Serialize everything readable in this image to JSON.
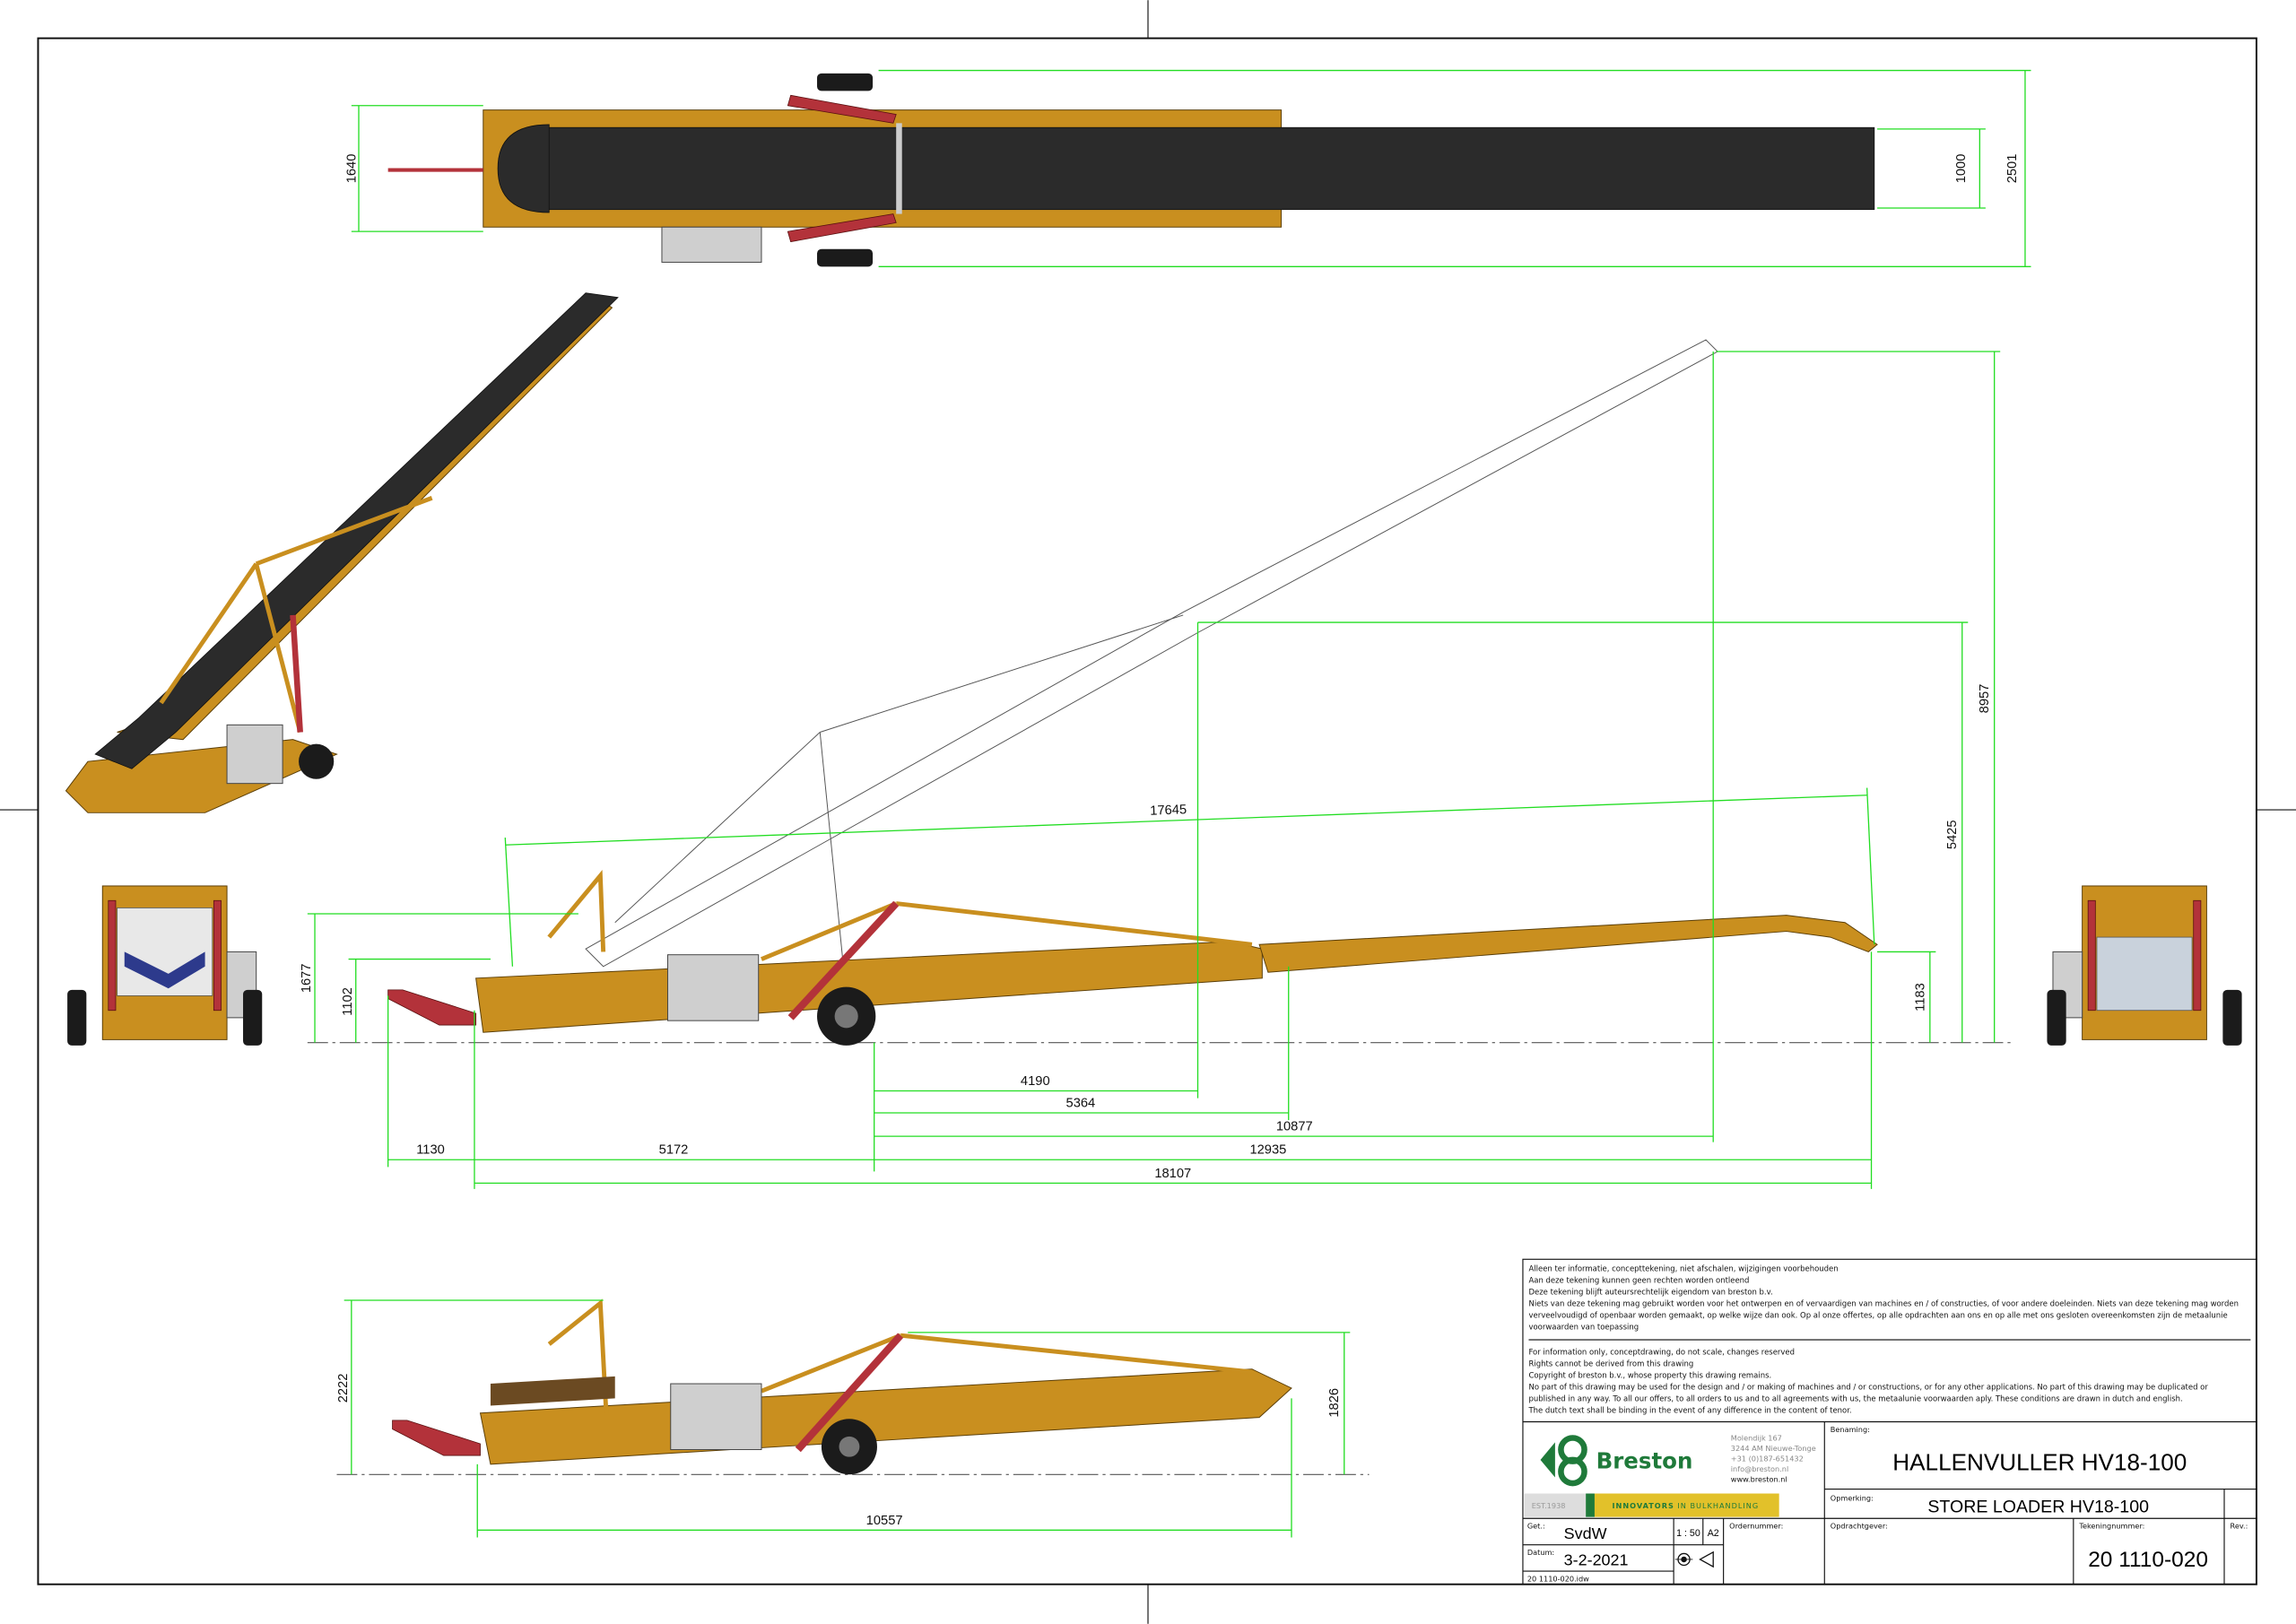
{
  "dimensions": {
    "top_view": {
      "width_overall": "1640",
      "belt_width": "1000",
      "track_width": "2501"
    },
    "side_view": {
      "h_hopper": "1677",
      "h_intake": "1102",
      "h_discharge_low": "1183",
      "h_mid": "5425",
      "h_discharge_high": "8957",
      "boom_length": "17645",
      "d_4190": "4190",
      "d_5364": "5364",
      "d_10877": "10877",
      "d_12935": "12935",
      "d_1130": "1130",
      "d_5172": "5172",
      "d_18107": "18107"
    },
    "transport_view": {
      "height": "2222",
      "height_rear": "1826",
      "length": "10557"
    }
  },
  "colors": {
    "frame": "#c98f1f",
    "belt": "#2b2b2b",
    "cylinder": "#b3323a",
    "dimension": "#22dd22",
    "brand_green": "#1f7a3a",
    "brand_yellow": "#e2c12a"
  },
  "disclaimer": {
    "dutch": [
      "Alleen ter informatie, concepttekening, niet afschalen, wijzigingen voorbehouden",
      "Aan deze tekening kunnen geen rechten worden ontleend",
      "Deze tekening blijft auteursrechtelijk eigendom van breston b.v.",
      "Niets van deze tekening mag gebruikt worden voor het ontwerpen en of vervaardigen van machines en / of constructies, of voor andere doeleinden. Niets van deze tekening mag worden",
      "verveelvoudigd of openbaar worden gemaakt, op welke wijze dan ook. Op al onze offertes, op alle opdrachten aan ons en op alle met ons gesloten overeenkomsten zijn de metaalunie",
      "voorwaarden van toepassing"
    ],
    "english": [
      "For information only, conceptdrawing, do not scale, changes reserved",
      "Rights cannot be derived from this drawing",
      "Copyright of breston b.v., whose property this drawing remains.",
      "No part of this drawing may be used for the design and / or making of machines and / or constructions, or for any other applications. No part of this drawing may be duplicated or",
      "published in any way. To all our offers, to all orders to us and to all agreements with us, the metaalunie voorwaarden aply. These conditions are drawn in dutch and english.",
      "The dutch text shall be binding in the event of any difference in the content of tenor."
    ]
  },
  "company": {
    "name": "Breston",
    "address": [
      "Molendijk 167",
      "3244 AM Nieuwe-Tonge",
      "+31 (0)187-651432",
      "info@breston.nl",
      "www.breston.nl"
    ],
    "est": "EST.1938",
    "tagline_bold": "INNOVATORS",
    "tagline_rest": " IN BULKHANDLING"
  },
  "title_block": {
    "benaming_label": "Benaming:",
    "benaming": "HALLENVULLER HV18-100",
    "opmerking_label": "Opmerking:",
    "opmerking": "STORE LOADER HV18-100",
    "get_label": "Get.:",
    "get": "SvdW",
    "scale": "1 : 50",
    "format": "A2",
    "ordernummer_label": "Ordernummer:",
    "opdrachtgever_label": "Opdrachtgever:",
    "tekeningnummer_label": "Tekeningnummer:",
    "tekeningnummer": "20 1110-020",
    "rev_label": "Rev.:",
    "datum_label": "Datum:",
    "datum": "3-2-2021",
    "filename": "20 1110-020.idw"
  }
}
